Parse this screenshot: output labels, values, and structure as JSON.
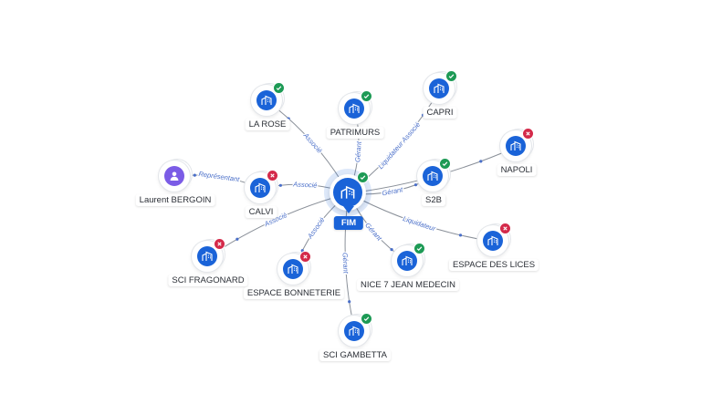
{
  "center": {
    "label": "FIM",
    "icon": "building-icon",
    "status": "active"
  },
  "nodes": [
    {
      "id": "la-rose",
      "label": "LA ROSE",
      "icon": "building-icon",
      "status": "active"
    },
    {
      "id": "patrimurs",
      "label": "PATRIMURS",
      "icon": "building-icon",
      "status": "active"
    },
    {
      "id": "capri",
      "label": "CAPRI",
      "icon": "building-icon",
      "status": "active"
    },
    {
      "id": "napoli",
      "label": "NAPOLI",
      "icon": "building-icon",
      "status": "inactive"
    },
    {
      "id": "s2b",
      "label": "S2B",
      "icon": "building-icon",
      "status": "active"
    },
    {
      "id": "laurent-bergoin",
      "label": "Laurent BERGOIN",
      "icon": "person-icon",
      "status": "none"
    },
    {
      "id": "calvi",
      "label": "CALVI",
      "icon": "building-icon",
      "status": "inactive"
    },
    {
      "id": "espace-des-lices",
      "label": "ESPACE DES LICES",
      "icon": "building-icon",
      "status": "inactive"
    },
    {
      "id": "sci-fragonard",
      "label": "SCI FRAGONARD",
      "icon": "building-icon",
      "status": "inactive"
    },
    {
      "id": "espace-bonneterie",
      "label": "ESPACE BONNETERIE",
      "icon": "building-icon",
      "status": "inactive"
    },
    {
      "id": "nice-7-jean-medecin",
      "label": "NICE 7 JEAN MEDECIN",
      "icon": "building-icon",
      "status": "active"
    },
    {
      "id": "sci-gambetta",
      "label": "SCI GAMBETTA",
      "icon": "building-icon",
      "status": "active"
    }
  ],
  "edges": [
    {
      "from": "fim",
      "to": "la-rose",
      "label": "Associé"
    },
    {
      "from": "fim",
      "to": "patrimurs",
      "label": "Gérant"
    },
    {
      "from": "fim",
      "to": "capri",
      "label": "Liquidateur Associé"
    },
    {
      "from": "fim",
      "to": "napoli",
      "label": ""
    },
    {
      "from": "fim",
      "to": "s2b",
      "label": "Gérant"
    },
    {
      "from": "calvi",
      "to": "laurent-bergoin",
      "label": "Représentant"
    },
    {
      "from": "fim",
      "to": "calvi",
      "label": "Associé"
    },
    {
      "from": "fim",
      "to": "espace-des-lices",
      "label": "Liquidateur"
    },
    {
      "from": "fim",
      "to": "sci-fragonard",
      "label": "Associé"
    },
    {
      "from": "fim",
      "to": "espace-bonneterie",
      "label": "Associé"
    },
    {
      "from": "fim",
      "to": "nice-7-jean-medecin",
      "label": "Gérant"
    },
    {
      "from": "fim",
      "to": "sci-gambetta",
      "label": "Gérant"
    }
  ],
  "colors": {
    "primary": "#1a63d8",
    "person": "#7b5ce6",
    "active": "#1d9a55",
    "inactive": "#d42a4a",
    "edge": "#8a9099",
    "edge_label": "#4a6fc9"
  }
}
